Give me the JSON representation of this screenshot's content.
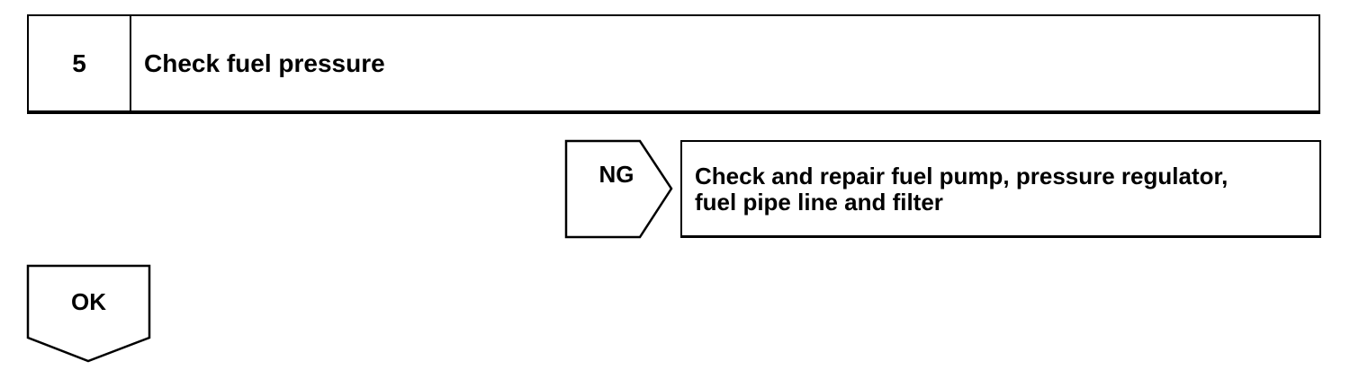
{
  "step": {
    "number": "5",
    "title": "Check fuel pressure"
  },
  "ng_branch": {
    "label": "NG",
    "action_lines": [
      "Check and repair fuel pump, pressure regulator,",
      "fuel pipe line and filter"
    ]
  },
  "ok_branch": {
    "label": "OK"
  }
}
